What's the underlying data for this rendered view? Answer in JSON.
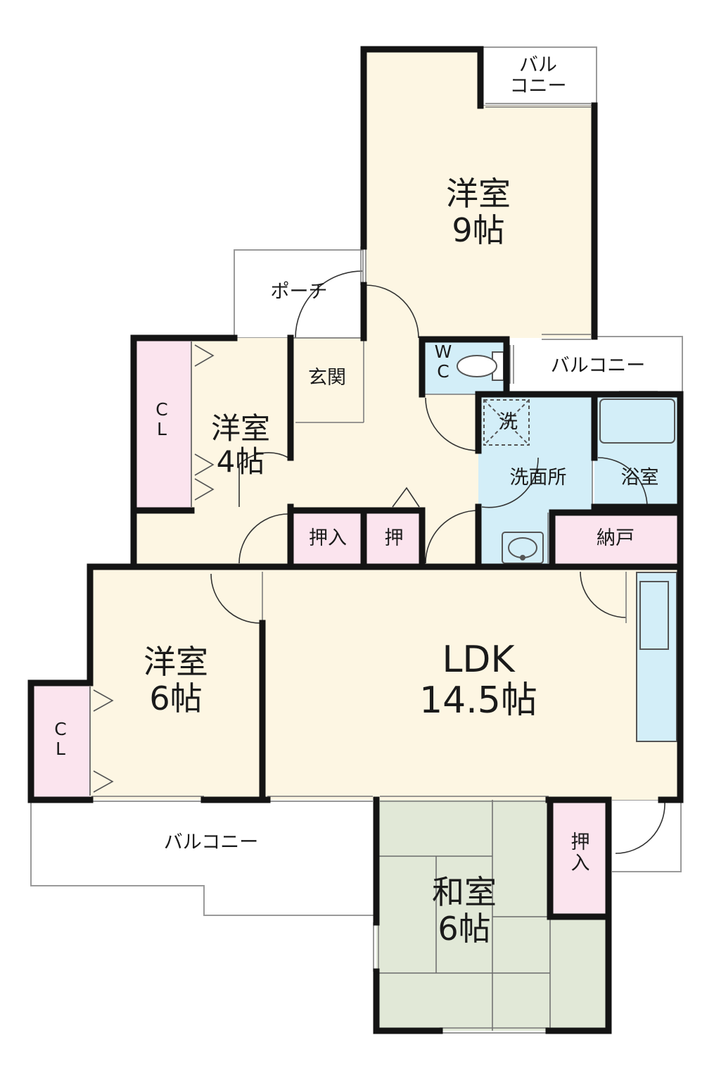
{
  "colors": {
    "floor_wood": "#fdf6e3",
    "closet_pink": "#fbe4ee",
    "wet_blue": "#d3eef8",
    "tatami_green": "#e1e8d7",
    "wall": "#141414",
    "thin_line": "#9a9a9a"
  },
  "rooms": {
    "western_9": {
      "name": "洋室",
      "size": "9帖"
    },
    "western_4": {
      "name": "洋室",
      "size": "4帖"
    },
    "western_6": {
      "name": "洋室",
      "size": "6帖"
    },
    "ldk": {
      "name": "LDK",
      "size": "14.5帖"
    },
    "japanese_6": {
      "name": "和室",
      "size": "6帖"
    },
    "entrance": "玄関",
    "porch": "ポーチ",
    "wc": {
      "line1": "W",
      "line2": "C"
    },
    "washroom": "洗面所",
    "washer": "洗",
    "bath": "浴室",
    "storage": "納戸",
    "closet_cl_1": {
      "line1": "C",
      "line2": "L"
    },
    "closet_cl_2": {
      "line1": "C",
      "line2": "L"
    },
    "oshiire_1": "押入",
    "oshi": "押",
    "oshiire_vertical": {
      "line1": "押",
      "line2": "入"
    }
  },
  "balconies": {
    "top": {
      "line1": "バル",
      "line2": "コニー"
    },
    "right": "バルコニー",
    "bottom": "バルコニー"
  }
}
